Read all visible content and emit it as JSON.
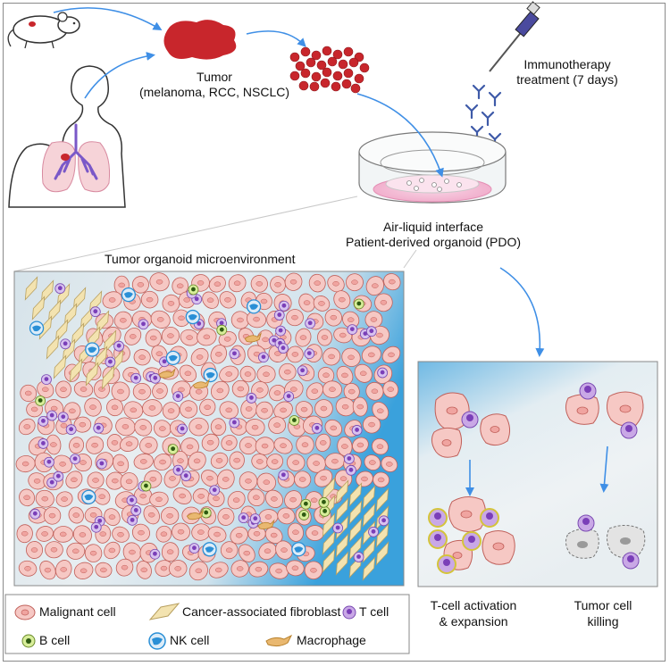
{
  "labels": {
    "tumor_title": "Tumor",
    "tumor_types": "(melanoma, RCC, NSCLC)",
    "immuno_line1": "Immunotherapy",
    "immuno_line2": "treatment (7 days)",
    "ali_line1": "Air-liquid interface",
    "ali_line2": "Patient-derived organoid (PDO)",
    "microenv_title": "Tumor organoid microenvironment",
    "tcell_activation_line1": "T-cell activation",
    "tcell_activation_line2": "& expansion",
    "tumor_killing_line1": "Tumor cell",
    "tumor_killing_line2": "killing"
  },
  "legend": [
    {
      "icon": "malignant-cell-icon",
      "label": "Malignant cell"
    },
    {
      "icon": "fibroblast-icon",
      "label": "Cancer-associated fibroblast"
    },
    {
      "icon": "t-cell-icon",
      "label": "T cell"
    },
    {
      "icon": "b-cell-icon",
      "label": "B cell"
    },
    {
      "icon": "nk-cell-icon",
      "label": "NK cell"
    },
    {
      "icon": "macrophage-icon",
      "label": "Macrophage"
    }
  ],
  "colors": {
    "malignant_fill": "#f6c8c4",
    "malignant_stroke": "#c0605a",
    "t_cell_fill": "#b58ad6",
    "b_cell_fill": "#c7e07a",
    "nk_cell_fill": "#2a8fd6",
    "fibroblast_fill": "#f3e3b0",
    "tumor_red": "#c8262c",
    "arrow_blue": "#3f8fe6",
    "panel_blue": "#3aa1dc"
  }
}
